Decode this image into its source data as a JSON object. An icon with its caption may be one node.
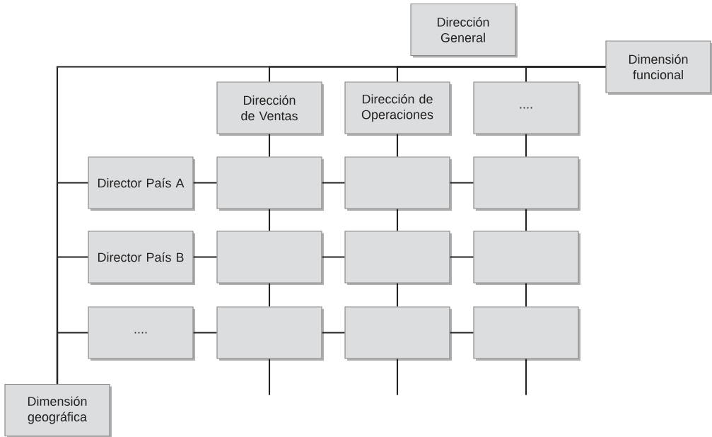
{
  "diagram": {
    "nodes": [
      {
        "text": [
          "Dirección General"
        ]
      },
      {
        "text": [
          "Dimensión funcional"
        ]
      },
      {
        "text": [
          "Dirección de Ventas"
        ]
      },
      {
        "text": [
          "Dirección de Operaciones"
        ]
      },
      {
        "text": [
          "...."
        ]
      },
      {
        "text": [
          "Director País A"
        ]
      },
      {
        "text": [],
        "shape": "box"
      },
      {
        "text": [],
        "shape": "box"
      },
      {
        "text": [],
        "shape": "box"
      },
      {
        "text": [
          "Director País B"
        ]
      },
      {
        "text": [],
        "shape": "box"
      },
      {
        "text": [],
        "shape": "box"
      },
      {
        "text": [],
        "shape": "box"
      },
      {
        "text": [
          "...."
        ]
      },
      {
        "text": [],
        "shape": "box"
      },
      {
        "text": [],
        "shape": "box"
      },
      {
        "text": [],
        "shape": "box"
      },
      {
        "text": [
          "Dimensión geográfica"
        ]
      }
    ],
    "edges": [
      {
        "from": 1,
        "to": 2,
        "arrow": "none"
      },
      {
        "from": 1,
        "to": 3,
        "arrow": "none"
      },
      {
        "from": 1,
        "to": 4,
        "arrow": "none"
      },
      {
        "from": 1,
        "to": 17,
        "arrow": "none"
      },
      {
        "from": 17,
        "to": 5,
        "arrow": "none"
      },
      {
        "from": 17,
        "to": 9,
        "arrow": "none"
      },
      {
        "from": 17,
        "to": 13,
        "arrow": "none"
      },
      {
        "from": 2,
        "to": 6,
        "arrow": "none"
      },
      {
        "from": 6,
        "to": 10,
        "arrow": "none"
      },
      {
        "from": 10,
        "to": 14,
        "arrow": "none"
      },
      {
        "from": 14,
        "to": null,
        "arrow": "none"
      },
      {
        "from": 3,
        "to": 7,
        "arrow": "none"
      },
      {
        "from": 7,
        "to": 11,
        "arrow": "none"
      },
      {
        "from": 11,
        "to": 15,
        "arrow": "none"
      },
      {
        "from": 15,
        "to": null,
        "arrow": "none"
      },
      {
        "from": 4,
        "to": 8,
        "arrow": "none"
      },
      {
        "from": 8,
        "to": 12,
        "arrow": "none"
      },
      {
        "from": 12,
        "to": 16,
        "arrow": "none"
      },
      {
        "from": 16,
        "to": null,
        "arrow": "none"
      },
      {
        "from": 5,
        "to": 6,
        "arrow": "none"
      },
      {
        "from": 6,
        "to": 7,
        "arrow": "none"
      },
      {
        "from": 7,
        "to": 8,
        "arrow": "none"
      },
      {
        "from": 9,
        "to": 10,
        "arrow": "none"
      },
      {
        "from": 10,
        "to": 11,
        "arrow": "none"
      },
      {
        "from": 11,
        "to": 12,
        "arrow": "none"
      },
      {
        "from": 13,
        "to": 14,
        "arrow": "none"
      },
      {
        "from": 14,
        "to": 15,
        "arrow": "none"
      },
      {
        "from": 15,
        "to": 16,
        "arrow": "none"
      }
    ]
  }
}
